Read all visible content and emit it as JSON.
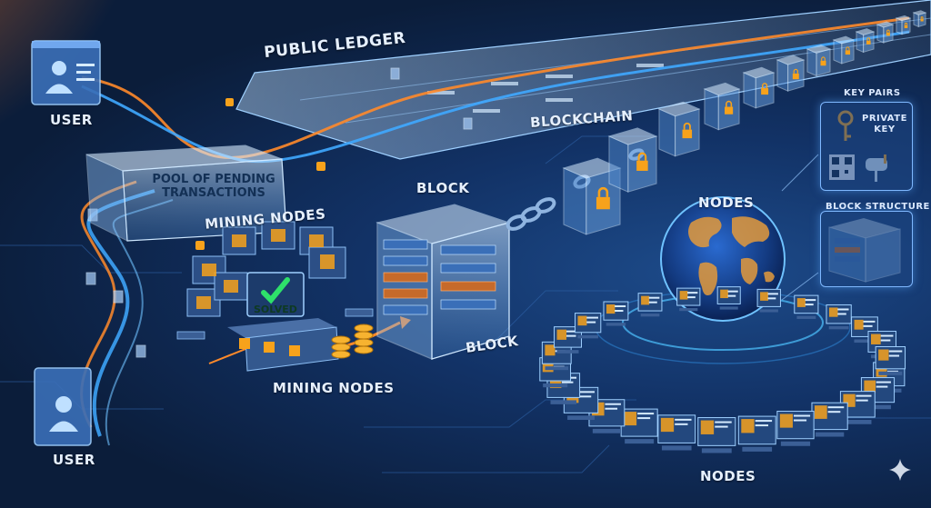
{
  "labels": {
    "user_top": "USER",
    "user_bottom": "USER",
    "public_ledger": "PUBLIC LEDGER",
    "pool_line1": "POOL OF PENDING",
    "pool_line2": "TRANSACTIONS",
    "mining_nodes_top": "MINING NODES",
    "mining_nodes_bottom": "MINING NODES",
    "solved": "SOLVED",
    "block_top": "BLOCK",
    "block_bottom": "BLOCK",
    "blockchain": "BLOCKCHAIN",
    "nodes_top": "NODES",
    "nodes_bottom": "NODES",
    "key_pairs": "KEY PAIRS",
    "private_key_line1": "PRIVATE",
    "private_key_line2": "KEY",
    "block_structure": "BLOCK STRUCTURE"
  },
  "colors": {
    "background": "#0b1d3a",
    "glass": "#9fd0ff",
    "accent_orange": "#ff8a2a",
    "accent_blue": "#3fa9ff",
    "bitcoin": "#f7a21b",
    "solved_green": "#2ee06a"
  },
  "icons": [
    "user-icon",
    "bitcoin-icon",
    "lock-icon",
    "chain-icon",
    "globe-icon",
    "key-icon",
    "qr-code-icon",
    "mailbox-icon",
    "checkmark-icon",
    "monitor-icon"
  ]
}
